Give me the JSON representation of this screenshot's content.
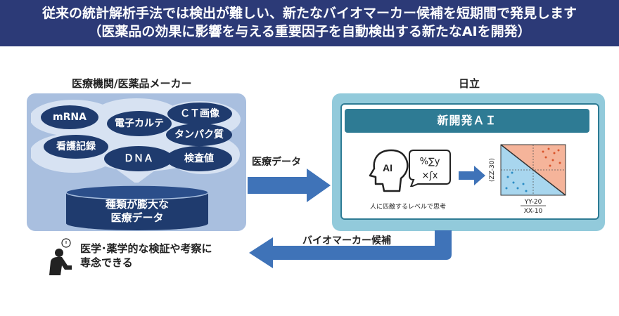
{
  "banner": {
    "line1": "従来の統計解析手法では検出が難しい、新たなバイオマーカー候補を短期間で発見します",
    "line2": "（医薬品の効果に影響を与える重要因子を自動検出する新たなAIを開発）"
  },
  "left": {
    "title": "医療機関/医薬品メーカー",
    "items": [
      "mRNA",
      "電子カルテ",
      "ＣＴ画像",
      "タンパク質",
      "看護記録",
      "ＤＮＡ",
      "検査値"
    ],
    "database": {
      "line1": "種類が膨大な",
      "line2": "医療データ"
    }
  },
  "right": {
    "title": "日立",
    "ai_title": "新開発ＡＩ",
    "ai_caption": "人に匹敵するレベルで思考",
    "ai_icon_text": "AI",
    "formula_symbols": "%∑y ×ʃx",
    "chart": {
      "y_label": "(ZZ-30)",
      "x_top": "YY-20",
      "x_bottom": "XX-10"
    }
  },
  "arrows": {
    "to_right": "医療データ",
    "to_left": "バイオマーカー候補"
  },
  "bottom": {
    "line1": "医学･薬学的な検証や考察に",
    "line2": "専念できる"
  },
  "colors": {
    "navy": "#2c3a77",
    "teal": "#2e7b94",
    "arrow_blue": "#3f73b8",
    "orange": "#f5b49a",
    "blue_area": "#a8d6ee"
  }
}
